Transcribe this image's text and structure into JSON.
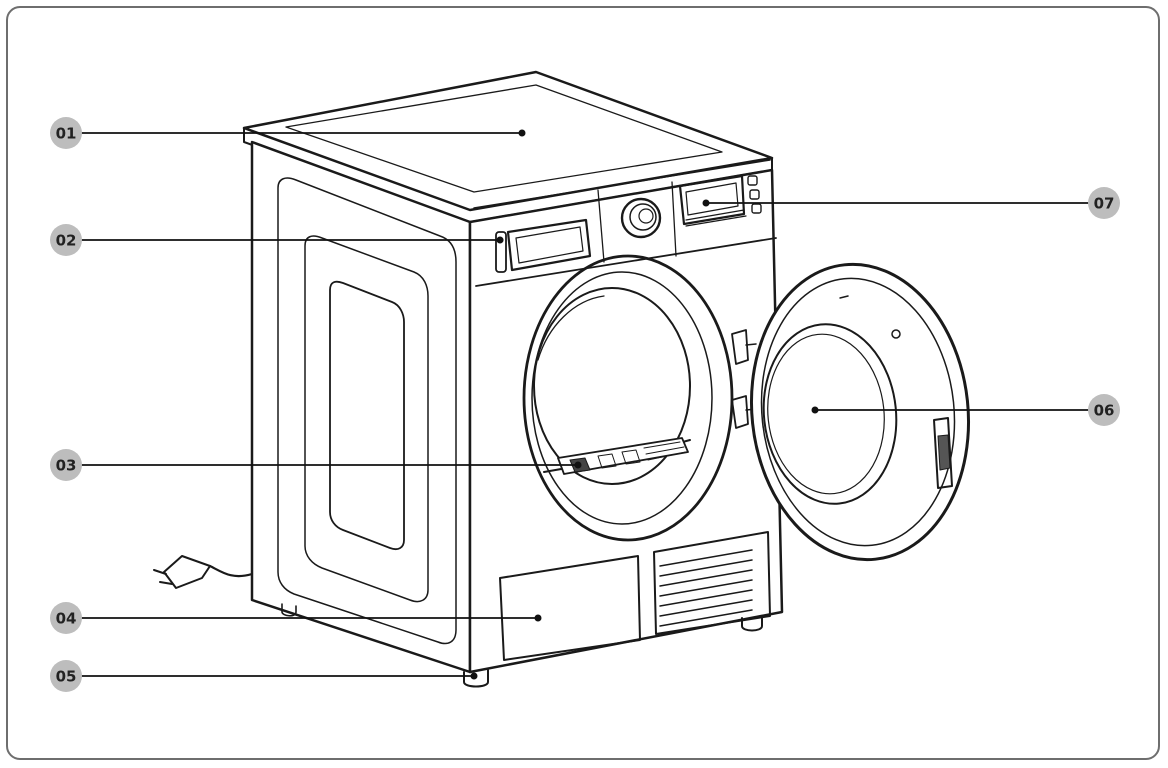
{
  "colors": {
    "badge": "#bdbdbd",
    "line": "#111111",
    "stroke": "#1a1a1a",
    "frame": "#6e6e6e"
  },
  "callouts": [
    {
      "id": "01",
      "label": "01",
      "side": "left",
      "target": "top-panel"
    },
    {
      "id": "02",
      "label": "02",
      "side": "left",
      "target": "detergent-drawer"
    },
    {
      "id": "03",
      "label": "03",
      "side": "left",
      "target": "lint-filter"
    },
    {
      "id": "04",
      "label": "04",
      "side": "left",
      "target": "condenser-cover"
    },
    {
      "id": "05",
      "label": "05",
      "side": "left",
      "target": "adjustable-foot"
    },
    {
      "id": "06",
      "label": "06",
      "side": "right",
      "target": "door"
    },
    {
      "id": "07",
      "label": "07",
      "side": "right",
      "target": "control-panel"
    }
  ]
}
